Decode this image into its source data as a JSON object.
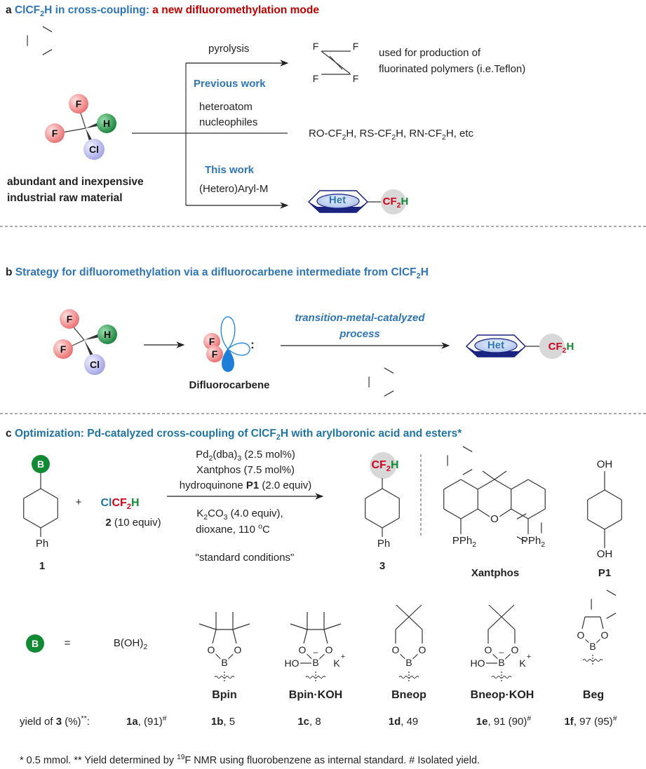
{
  "a": {
    "letter": "a",
    "t1": "ClCF",
    "t2": "2",
    "t3": "H in cross-coupling: ",
    "t4": "a new difluoromethylation mode",
    "mol": {
      "f1": "F",
      "f2": "F",
      "h": "H",
      "cl": "Cl"
    },
    "raw": [
      "abundant and inexpensive",
      "industrial raw material"
    ],
    "pyrolysis": "pyrolysis",
    "tfe": [
      "F",
      "F",
      "F",
      "F"
    ],
    "teflon": [
      "used for production of",
      "fluorinated polymers (i.e.Teflon)"
    ],
    "prev": "Previous work",
    "nuc": [
      "heteroatom",
      "nucleophiles"
    ],
    "prod": [
      "RO-CF",
      "2",
      "H, RS-CF",
      "2",
      "H, RN-CF",
      "2",
      "H, etc"
    ],
    "this": "This work",
    "arylm": "(Hetero)Aryl-M",
    "het": "Het",
    "cf": "CF",
    "sub": "2",
    "h": "H"
  },
  "b": {
    "letter": "b",
    "t1": "Strategy for difluoromethylation via a difluorocarbene intermediate from ClCF",
    "t2": "2",
    "t3": "H",
    "mol": {
      "f1": "F",
      "f2": "F",
      "h": "H",
      "cl": "Cl"
    },
    "carbene_f": [
      "F",
      "F"
    ],
    "colon": ":",
    "carbene": "Difluorocarbene",
    "process": [
      "transition-metal-catalyzed",
      "process"
    ],
    "het": "Het",
    "cf": "CF",
    "sub": "2",
    "h": "H"
  },
  "c": {
    "letter": "c",
    "t1": "Optimization: Pd-catalyzed cross-coupling of ClCF",
    "t2": "2",
    "t3": "H with arylboronic acid and esters*",
    "b": "B",
    "ph": "Ph",
    "n1": "1",
    "plus": "+",
    "cl": "Cl",
    "cf": "CF",
    "sub": "2",
    "h": "H",
    "reag_num": "2",
    "reag_eq": " (10 equiv)",
    "cond": {
      "l1a": "Pd",
      "l1b": "2",
      "l1c": "(dba)",
      "l1d": "3",
      "l1e": " (2.5 mol%)",
      "l2": "Xantphos (7.5 mol%)",
      "l3a": "hydroquinone ",
      "l3b": "P1",
      "l3c": " (2.0 equiv)",
      "l4a": "K",
      "l4b": "2",
      "l4c": "CO",
      "l4d": "3",
      "l4e": " (4.0 equiv),",
      "l5a": "dioxane, 110 ",
      "l5b": "o",
      "l5c": "C",
      "l6": "\"standard conditions\""
    },
    "prod": {
      "cf": "CF",
      "sub": "2",
      "h": "H",
      "ph": "Ph",
      "num": "3"
    },
    "xantphos": {
      "o": "O",
      "pph": "PPh",
      "sub": "2",
      "label": "Xantphos"
    },
    "p1": {
      "oh": "OH",
      "label": "P1"
    },
    "bdef": {
      "b": "B",
      "eq": "=",
      "boh": "B(OH)",
      "sub": "2"
    },
    "atoms": {
      "o": "O",
      "b": "B",
      "ho": "HO",
      "k": "K",
      "plus": "+",
      "minus": "–"
    },
    "esters": [
      "Bpin",
      "Bpin·KOH",
      "Bneop",
      "Bneop·KOH",
      "Beg"
    ],
    "yield_label": {
      "a": "yield of ",
      "b": "3",
      "c": " (%)",
      "d": "**",
      "e": ":"
    },
    "yields": [
      {
        "id": "1a",
        "val": ", (91)",
        "mark": "#"
      },
      {
        "id": "1b",
        "val": ", 5",
        "mark": ""
      },
      {
        "id": "1c",
        "val": ", 8",
        "mark": ""
      },
      {
        "id": "1d",
        "val": ", 49",
        "mark": ""
      },
      {
        "id": "1e",
        "val": ", 91 (90)",
        "mark": "#"
      },
      {
        "id": "1f",
        "val": ", 97 (95)",
        "mark": "#"
      }
    ],
    "footnote": {
      "a": "* 0.5 mmol. ** Yield determined by ",
      "b": "19",
      "c": "F NMR using fluorobenzene as internal standard. # Isolated yield."
    }
  },
  "colors": {
    "header_blue": "#2e75b6",
    "header_red": "#c00000",
    "boron_green": "#128a34",
    "het_navy": "#1a2380"
  }
}
